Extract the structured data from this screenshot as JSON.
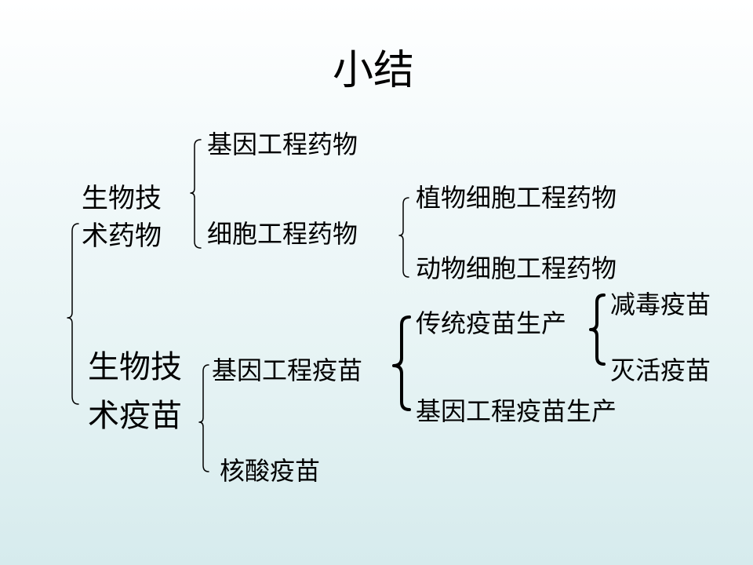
{
  "slide": {
    "title": "小结",
    "groups": {
      "drugs": {
        "label_line1": "生物技",
        "label_line2": "术药物",
        "items": {
          "gene_drug": "基因工程药物",
          "cell_drug": "细胞工程药物"
        },
        "cell_drug_children": {
          "plant": "植物细胞工程药物",
          "animal": "动物细胞工程药物"
        }
      },
      "vaccines": {
        "label_line1": "生物技",
        "label_line2": "术疫苗",
        "items": {
          "gene_vaccine": "基因工程疫苗",
          "nucleic_vaccine": "核酸疫苗"
        },
        "gene_vaccine_children": {
          "traditional": "传统疫苗生产",
          "gene_production": "基因工程疫苗生产"
        },
        "traditional_children": {
          "attenuated": "减毒疫苗",
          "inactivated": "灭活疫苗"
        }
      }
    }
  }
}
